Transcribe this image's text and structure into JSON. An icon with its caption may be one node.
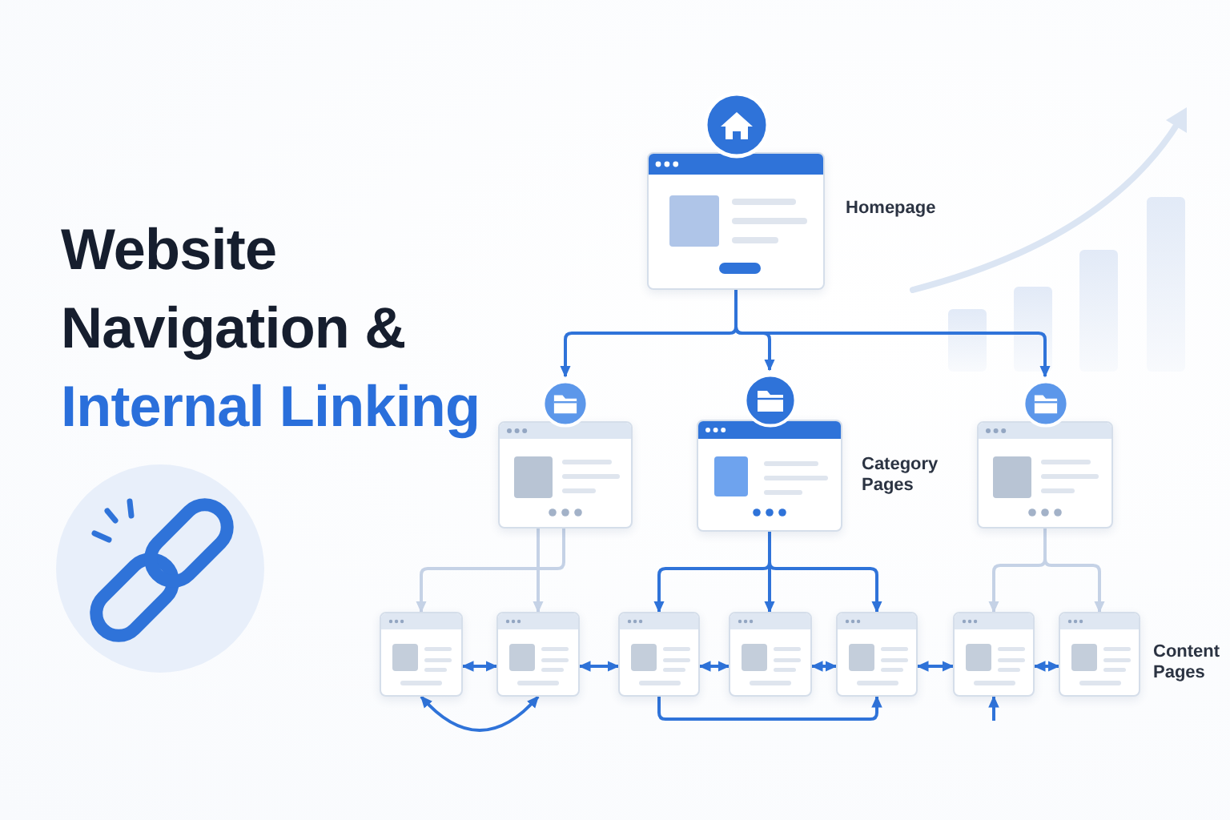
{
  "diagram": {
    "title": "Website Navigation &",
    "nodes": [
      {
        "text": [],
        "shape": "box"
      },
      {
        "text": [],
        "shape": "box"
      },
      {
        "text": [],
        "shape": "box"
      },
      {
        "text": [],
        "shape": "box"
      },
      {
        "text": [],
        "shape": "box"
      },
      {
        "text": [],
        "shape": "box"
      },
      {
        "text": [],
        "shape": "box"
      },
      {
        "text": [],
        "shape": "box"
      },
      {
        "text": [],
        "shape": "box"
      },
      {
        "text": [],
        "shape": "box"
      },
      {
        "text": [],
        "shape": "box"
      }
    ],
    "edges": [
      {
        "from": 0,
        "to": 1,
        "arrow": "to"
      },
      {
        "from": 0,
        "to": 2,
        "arrow": "to"
      },
      {
        "from": 0,
        "to": 3,
        "arrow": "to"
      },
      {
        "from": 1,
        "to": 4,
        "arrow": "to",
        "color": "#c5d2e6"
      },
      {
        "from": 1,
        "to": 5,
        "arrow": "to",
        "color": "#c5d2e6"
      },
      {
        "from": 2,
        "to": 6,
        "arrow": "to"
      },
      {
        "from": 2,
        "to": 7,
        "arrow": "to"
      },
      {
        "from": 2,
        "to": 8,
        "arrow": "to"
      },
      {
        "from": 3,
        "to": 9,
        "arrow": "to",
        "color": "#c5d2e6"
      },
      {
        "from": 3,
        "to": 10,
        "arrow": "to",
        "color": "#c5d2e6"
      },
      {
        "from": 4,
        "to": 5,
        "arrow": "both"
      },
      {
        "from": 5,
        "to": 6,
        "arrow": "both"
      },
      {
        "from": 6,
        "to": 7,
        "arrow": "both"
      },
      {
        "from": 7,
        "to": 8,
        "arrow": "both"
      },
      {
        "from": 8,
        "to": 9,
        "arrow": "both"
      },
      {
        "from": 9,
        "to": 10,
        "arrow": "both"
      },
      {
        "from": 4,
        "to": 5,
        "arrow": "both"
      },
      {
        "from": 6,
        "to": 8,
        "arrow": "to"
      },
      {
        "from": null,
        "to": 9,
        "arrow": "to"
      }
    ],
    "labels": [
      "Internal Linking",
      "Homepage",
      "Category Pages",
      "Content Pages"
    ]
  }
}
